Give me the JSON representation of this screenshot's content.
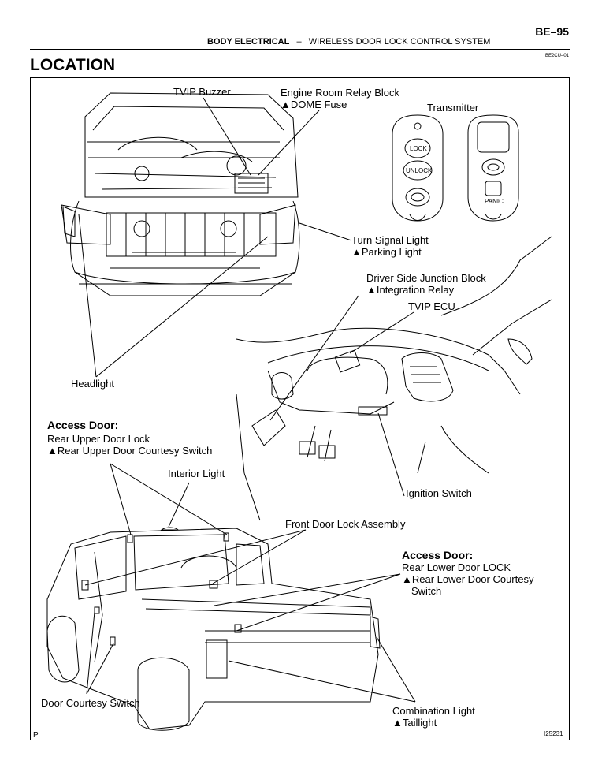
{
  "header": {
    "page_number": "BE–95",
    "section": "BODY ELECTRICAL",
    "separator": "–",
    "subsection": "WIRELESS DOOR LOCK CONTROL SYSTEM",
    "doc_code": "BE2CU–01"
  },
  "title": "LOCATION",
  "labels": {
    "tvip_buzzer": "TVIP Buzzer",
    "engine_relay_block": "Engine Room Relay Block",
    "dome_fuse": "▲DOME Fuse",
    "transmitter": "Transmitter",
    "turn_signal": "Turn Signal Light",
    "parking_light": "▲Parking Light",
    "driver_jb": "Driver Side Junction Block",
    "integration_relay": "▲Integration Relay",
    "tvip_ecu": "TVIP ECU",
    "headlight": "Headlight",
    "access_door_1": "Access Door:",
    "rear_upper_lock": "Rear Upper Door Lock",
    "rear_upper_courtesy": "▲Rear Upper Door Courtesy Switch",
    "interior_light": "Interior Light",
    "ignition_switch": "Ignition Switch",
    "front_door_lock": "Front Door Lock Assembly",
    "access_door_2": "Access Door:",
    "rear_lower_lock": "Rear Lower Door LOCK",
    "rear_lower_courtesy_1": "▲Rear Lower Door Courtesy",
    "rear_lower_courtesy_2": "Switch",
    "door_courtesy": "Door Courtesy Switch",
    "combination_light": "Combination Light",
    "taillight": "▲Taillight"
  },
  "transmitter_buttons": {
    "lock": "LOCK",
    "unlock": "UNLOCK",
    "panic": "PANIC"
  },
  "footer": {
    "left_mark": "P",
    "figure_id": "I25231"
  }
}
